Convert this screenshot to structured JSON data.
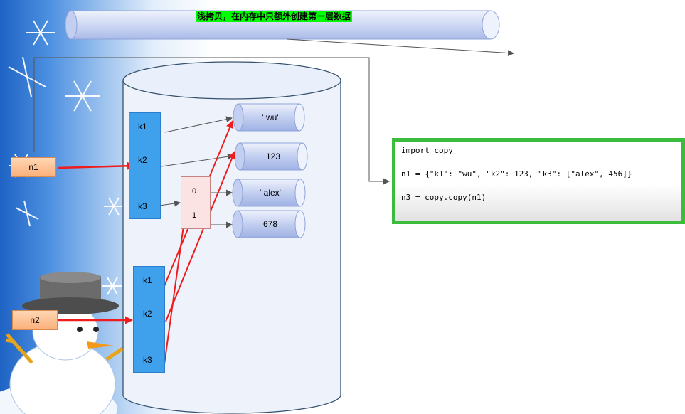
{
  "title": "浅拷贝，在内存中只额外创建第一层数据",
  "variables": {
    "n1": "n1",
    "n2": "n2"
  },
  "dict_original": {
    "keys": [
      "k1",
      "k2",
      "k3"
    ]
  },
  "dict_copy": {
    "keys": [
      "k1",
      "k2",
      "k3"
    ]
  },
  "inner_list": {
    "indices": [
      "0",
      "1"
    ]
  },
  "values": {
    "wu": "' wu'",
    "num": "123",
    "alex": "' alex'",
    "num2": "678"
  },
  "code": {
    "line1": "import copy",
    "line2": "n1 = {\"k1\": \"wu\", \"k2\": 123, \"k3\": [\"alex\", 456]}",
    "line3": "n3 = copy.copy(n1)"
  },
  "colors": {
    "title_bg": "#00ff00",
    "key_column": "#3fa0ec",
    "copy_arrow": "#ee1c1c",
    "code_border": "#3cbc3c",
    "variable_box": "#fbb07a"
  }
}
